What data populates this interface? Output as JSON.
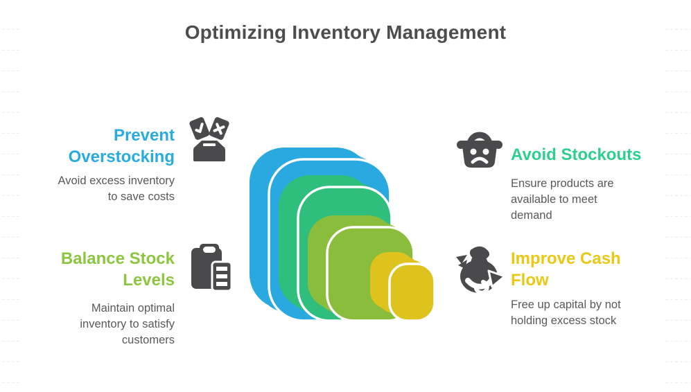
{
  "title": "Optimizing Inventory Management",
  "colors": {
    "title_text": "#4D4D4D",
    "body_text": "#58595B",
    "icon": "#4A4A4D",
    "background": "#FFFFFF",
    "ruled_line": "#ECECEC"
  },
  "graphic": {
    "description": "isometric stack of four rounded squares, largest to smallest",
    "tiles": [
      {
        "order": 1,
        "color": "#29A9E0"
      },
      {
        "order": 2,
        "color": "#2FBE7B"
      },
      {
        "order": 3,
        "color": "#8ABD3C"
      },
      {
        "order": 4,
        "color": "#DEC31F"
      }
    ]
  },
  "sections": {
    "prevent_overstocking": {
      "heading": "Prevent Overstocking",
      "heading_color": "#29ABE2",
      "description": "Avoid excess inventory to save costs",
      "icon": "ballot-box-icon"
    },
    "avoid_stockouts": {
      "heading": "Avoid Stockouts",
      "heading_color": "#2DCE8F",
      "description": "Ensure products are available to meet demand",
      "icon": "sad-basket-icon"
    },
    "balance_stock_levels": {
      "heading": "Balance Stock Levels",
      "heading_color": "#8CC63F",
      "description": "Maintain optimal inventory to satisfy customers",
      "icon": "clipboard-list-icon"
    },
    "improve_cash_flow": {
      "heading": "Improve Cash Flow",
      "heading_color": "#EAC813",
      "description": "Free up capital by not holding excess stock",
      "icon": "money-bag-arrow-icon"
    }
  }
}
